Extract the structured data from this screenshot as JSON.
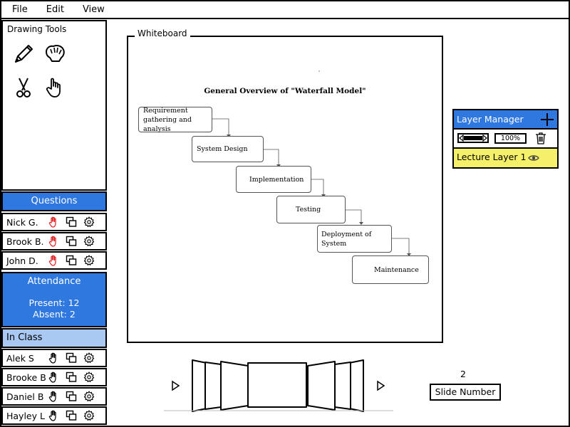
{
  "menu": [
    "File",
    "Edit",
    "View"
  ],
  "drawing_tools": {
    "title": "Drawing Tools",
    "tools": [
      "pencil-icon",
      "lasso-glove-icon",
      "scissors-icon",
      "hand-pointer-icon"
    ]
  },
  "questions": {
    "title": "Questions",
    "students": [
      {
        "name": "Nick G.",
        "hand_color": "#e02020"
      },
      {
        "name": "Brook B.",
        "hand_color": "#e02020"
      },
      {
        "name": "John D.",
        "hand_color": "#e02020"
      }
    ]
  },
  "attendance": {
    "title": "Attendance",
    "present": "Present: 12",
    "absent": "Absent: 2"
  },
  "in_class": {
    "title": "In Class",
    "students": [
      {
        "name": "Alek S",
        "hand_color": "#000000"
      },
      {
        "name": "Brooke B",
        "hand_color": "#000000"
      },
      {
        "name": "Daniel B",
        "hand_color": "#000000"
      },
      {
        "name": "Hayley L",
        "hand_color": "#000000"
      }
    ]
  },
  "whiteboard": {
    "label": "Whiteboard",
    "title": "General Overview of \"Waterfall Model\"",
    "steps": [
      "Requirement gathering and analysis",
      "System Design",
      "Implementation",
      "Testing",
      "Deployment of System",
      "Maintenance"
    ]
  },
  "layer_manager": {
    "title": "Layer Manager",
    "zoom": "100%",
    "layer_name": "Lecture Layer 1"
  },
  "slides": {
    "number": "2",
    "label": "Slide Number"
  },
  "colors": {
    "accent_blue": "#2f78e0",
    "in_class_blue": "#a9c9f2",
    "layer_yellow": "#f5f06a",
    "raised_hand_red": "#e02020"
  }
}
